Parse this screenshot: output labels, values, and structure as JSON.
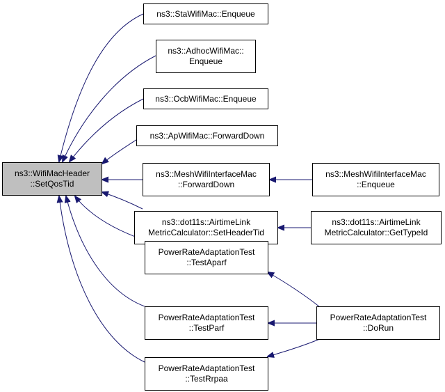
{
  "colors": {
    "edge": "#191970",
    "root_fill": "#bfbfbf",
    "node_fill": "#ffffff",
    "border": "#000000"
  },
  "nodes": {
    "root": {
      "line1": "ns3::WifiMacHeader",
      "line2": "::SetQosTid"
    },
    "sta_enqueue": {
      "line1": "ns3::StaWifiMac::Enqueue"
    },
    "adhoc_enqueue": {
      "line1": "ns3::AdhocWifiMac::",
      "line2": "Enqueue"
    },
    "ocb_enqueue": {
      "line1": "ns3::OcbWifiMac::Enqueue"
    },
    "ap_forward": {
      "line1": "ns3::ApWifiMac::ForwardDown"
    },
    "mesh_forward": {
      "line1": "ns3::MeshWifiInterfaceMac",
      "line2": "::ForwardDown"
    },
    "airtime_setheader": {
      "line1": "ns3::dot11s::AirtimeLink",
      "line2": "MetricCalculator::SetHeaderTid"
    },
    "test_aparf": {
      "line1": "PowerRateAdaptationTest",
      "line2": "::TestAparf"
    },
    "test_parf": {
      "line1": "PowerRateAdaptationTest",
      "line2": "::TestParf"
    },
    "test_rrpaa": {
      "line1": "PowerRateAdaptationTest",
      "line2": "::TestRrpaa"
    },
    "mesh_enqueue": {
      "line1": "ns3::MeshWifiInterfaceMac",
      "line2": "::Enqueue"
    },
    "airtime_gettypeid": {
      "line1": "ns3::dot11s::AirtimeLink",
      "line2": "MetricCalculator::GetTypeId"
    },
    "test_dorun": {
      "line1": "PowerRateAdaptationTest",
      "line2": "::DoRun"
    }
  }
}
